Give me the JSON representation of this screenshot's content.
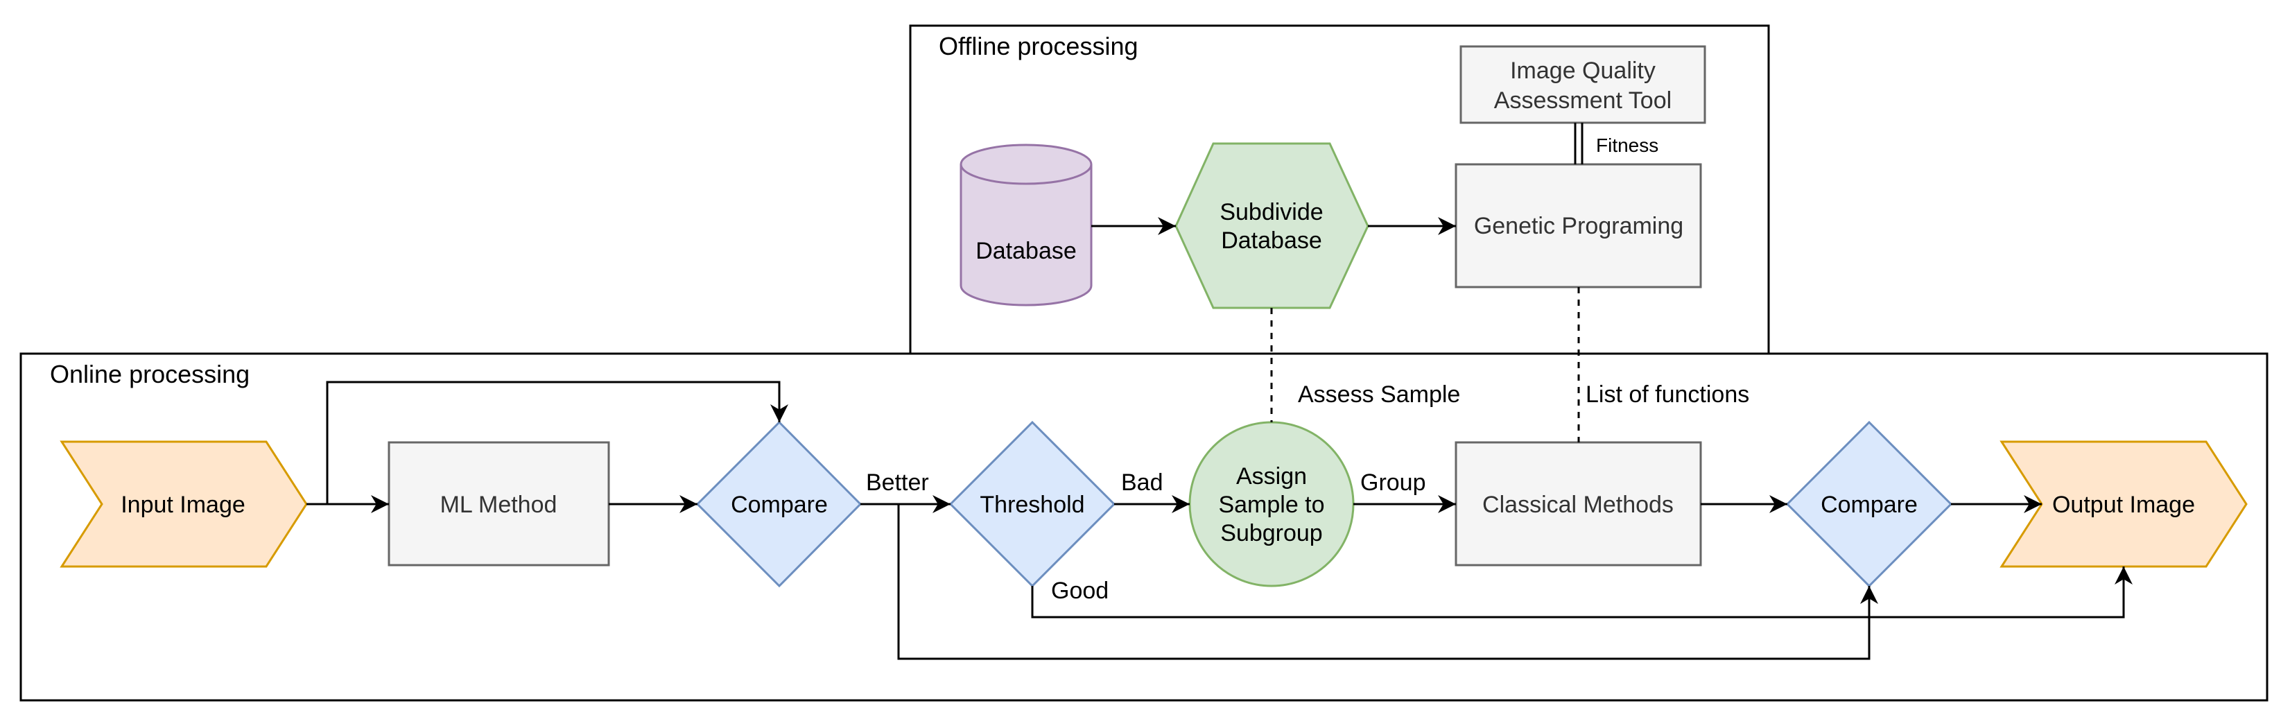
{
  "groups": {
    "offline": {
      "title": "Offline processing"
    },
    "online": {
      "title": "Online processing"
    }
  },
  "nodes": {
    "database": {
      "label": "Database"
    },
    "subdivide": {
      "label_line1": "Subdivide",
      "label_line2": "Database"
    },
    "genetic": {
      "label": "Genetic Programing"
    },
    "iqa": {
      "label_line1": "Image Quality",
      "label_line2": "Assessment Tool"
    },
    "input_image": {
      "label": "Input Image"
    },
    "ml_method": {
      "label": "ML Method"
    },
    "compare1": {
      "label": "Compare"
    },
    "threshold": {
      "label": "Threshold"
    },
    "assign": {
      "label_line1": "Assign",
      "label_line2": "Sample to",
      "label_line3": "Subgroup"
    },
    "classical": {
      "label": "Classical Methods"
    },
    "compare2": {
      "label": "Compare"
    },
    "output_image": {
      "label": "Output Image"
    }
  },
  "edge_labels": {
    "fitness": "Fitness",
    "assess_sample": "Assess Sample",
    "list_of_functions": "List of functions",
    "better": "Better",
    "bad": "Bad",
    "group": "Group",
    "good": "Good"
  },
  "colors": {
    "gray_fill": "#f5f5f5",
    "gray_stroke": "#666666",
    "purple_fill": "#e1d5e7",
    "purple_stroke": "#9673a6",
    "green_fill": "#d5e8d4",
    "green_stroke": "#82b366",
    "blue_fill": "#dae8fc",
    "blue_stroke": "#6c8ebf",
    "orange_fill": "#ffe6cc",
    "orange_stroke": "#d79b00"
  }
}
